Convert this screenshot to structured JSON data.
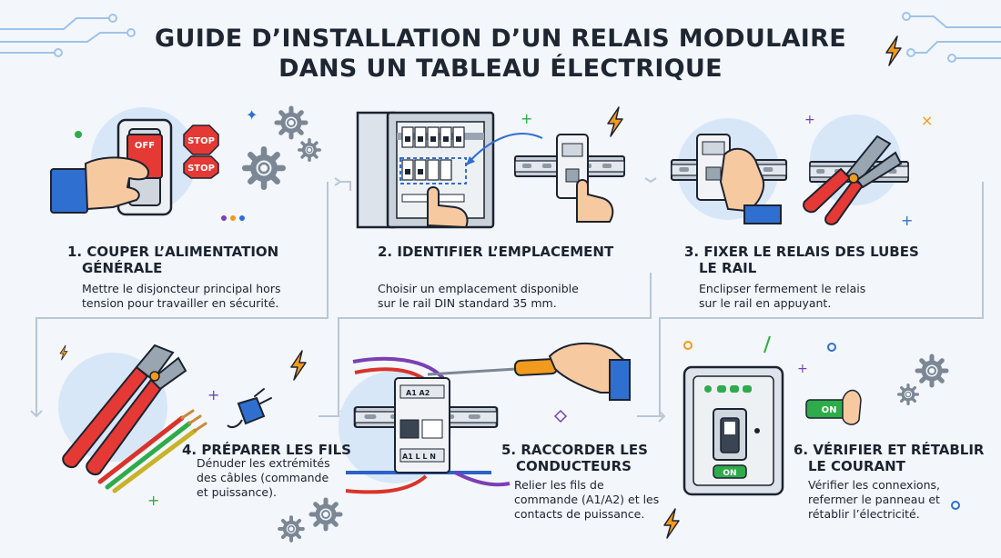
{
  "title_line1": "GUIDE D’INSTALLATION D’UN RELAIS MODULAIRE",
  "title_line2": "DANS UN TABLEAU ÉLECTRIQUE",
  "steps": [
    {
      "title_l1": "1. COUPER L’ALIMENTATION",
      "title_l2": "GÉNÉRALE",
      "desc_l1": "Mettre le disjoncteur principal hors",
      "desc_l2": "tension pour travailler en sécurité."
    },
    {
      "title_l1": "2. IDENTIFIER L’EMPLACEMENT",
      "desc_l1": "Choisir un emplacement disponible",
      "desc_l2": "sur le rail DIN standard 35 mm."
    },
    {
      "title_l1": "3. FIXER LE RELAIS DES LUBES",
      "title_l2": "LE RAIL",
      "desc_l1": "Enclipser fermement le relais",
      "desc_l2": "sur le rail en appuyant."
    },
    {
      "title_l1": "4. PRÉPARER LES FILS",
      "desc_l1": "Dénuder les extrémités",
      "desc_l2": "des câbles (commande",
      "desc_l3": "et puissance)."
    },
    {
      "title_l1": "5. RACCORDER LES",
      "title_l2": "CONDUCTEURS",
      "desc_l1": "Relier les fils de",
      "desc_l2": "commande (A1/A2) et les",
      "desc_l3": "contacts de puissance."
    },
    {
      "title_l1": "6. VÉRIFIER ET RÉTABLIR",
      "title_l2": "LE COURANT",
      "desc_l1": "Vérifier les connexions,",
      "desc_l2": "refermer le panneau et",
      "desc_l3": "rétablir l’électricité."
    }
  ],
  "labels": {
    "off": "OFF",
    "stop1": "STOP",
    "stop2": "STOP",
    "a1a2": "A1 A2",
    "a1l": "A1  L  L  N",
    "on_panel": "ON",
    "on_toggle": "ON"
  },
  "colors": {
    "accent_blue": "#2f6fd0",
    "stop_red": "#e53935",
    "on_green": "#2eab4a",
    "bolt_orange": "#f29a1d",
    "wire_purple": "#7b3fb5",
    "wire_red": "#d8342c",
    "wire_blue": "#2d62c7"
  }
}
